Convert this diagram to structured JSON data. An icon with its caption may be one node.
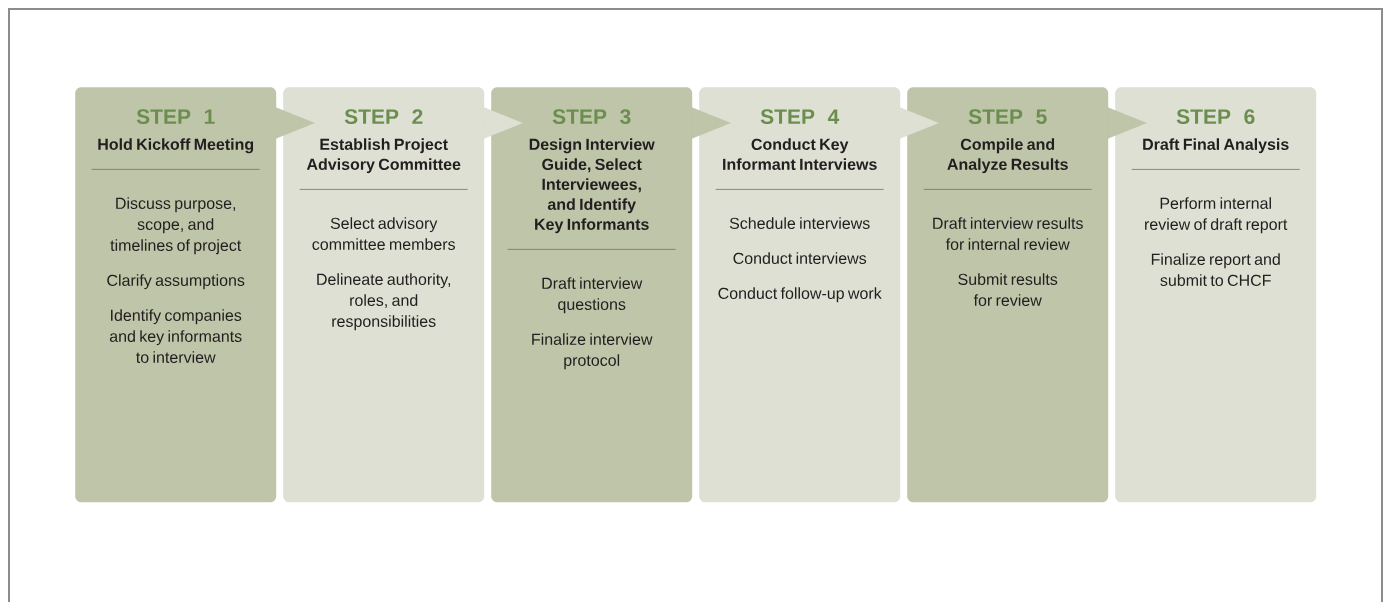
{
  "diagram": {
    "nodes": [
      {
        "text": [
          "STEP 1",
          "Hold Kickoff Meeting",
          "Discuss purpose, scope, and timelines of project",
          "Clarify assumptions",
          "Identify companies and key informants to interview"
        ]
      },
      {
        "text": [
          "STEP 2",
          "Establish Project Advisory Committee",
          "Select advisory committee members",
          "Delineate authority, roles, and responsibilities"
        ]
      },
      {
        "text": [
          "STEP 3",
          "Design Interview Guide, Select Interviewees, and Identify Key Informants",
          "Draft interview questions",
          "Finalize interview protocol"
        ]
      },
      {
        "text": [
          "STEP 4",
          "Conduct Key Informant Interviews",
          "Schedule interviews",
          "Conduct interviews",
          "Conduct follow-up work"
        ]
      },
      {
        "text": [
          "STEP 5",
          "Compile and Analyze Results",
          "Draft interview results for internal review",
          "Submit results for review"
        ]
      },
      {
        "text": [
          "STEP 6",
          "Draft Final Analysis",
          "Perform internal review of draft report",
          "Finalize report and submit to CHCF"
        ]
      }
    ],
    "edges": [
      {
        "from": 0,
        "to": 1,
        "arrow": "to"
      },
      {
        "from": 1,
        "to": 2,
        "arrow": "to"
      },
      {
        "from": 2,
        "to": 3,
        "arrow": "to"
      },
      {
        "from": 3,
        "to": 4,
        "arrow": "to"
      },
      {
        "from": 4,
        "to": 5,
        "arrow": "to"
      }
    ]
  }
}
